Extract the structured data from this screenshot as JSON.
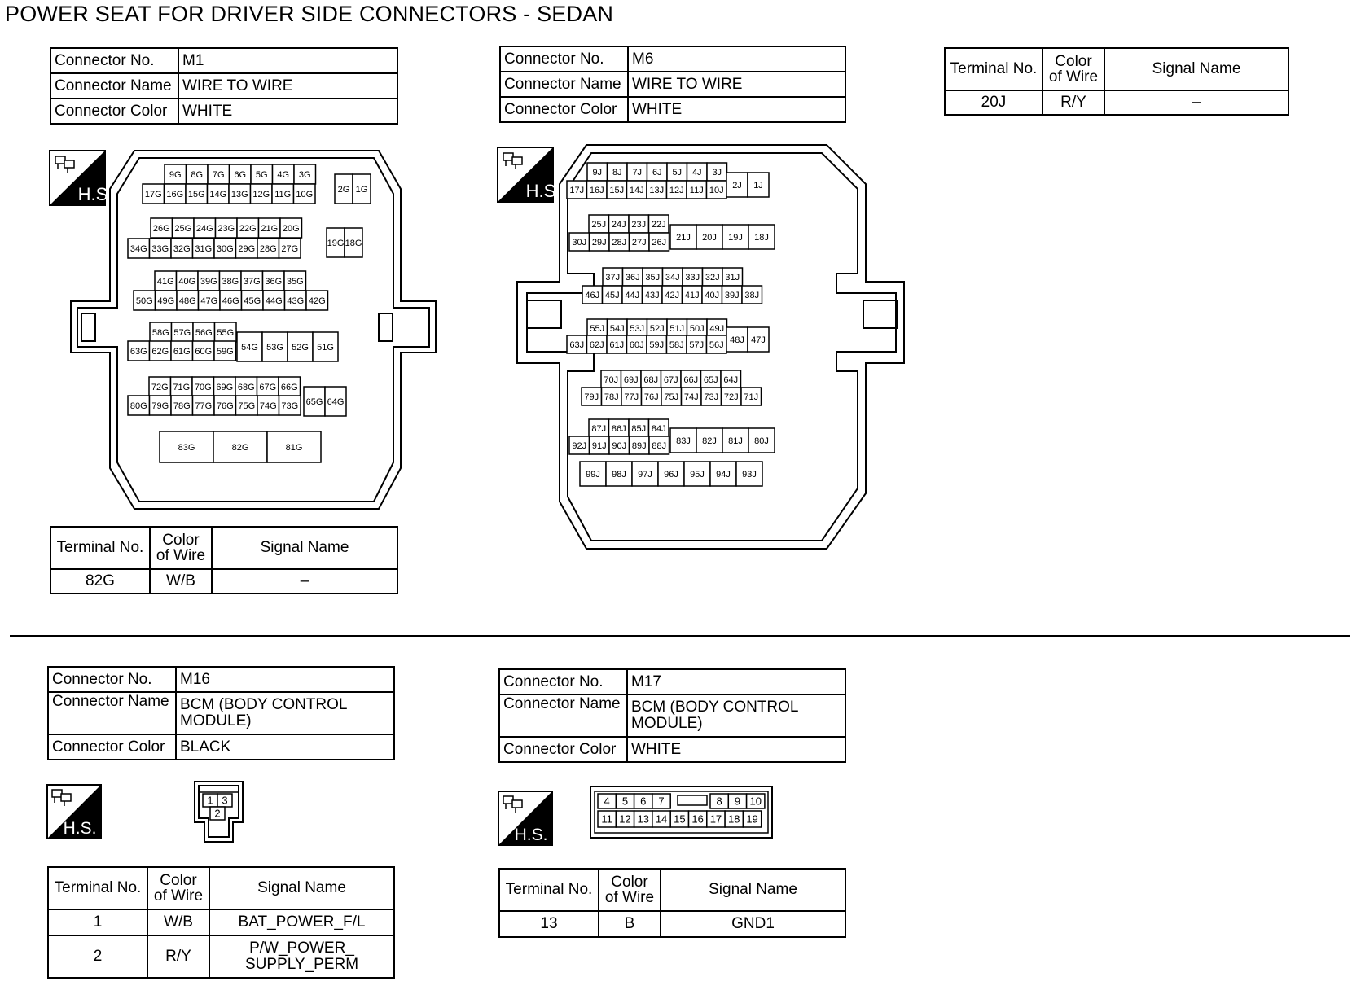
{
  "title": "POWER SEAT FOR DRIVER SIDE CONNECTORS - SEDAN",
  "labels": {
    "connector_no": "Connector No.",
    "connector_name": "Connector Name",
    "connector_color": "Connector Color",
    "terminal_no": "Terminal No.",
    "color_of_wire": "Color of Wire",
    "signal_name": "Signal Name",
    "hs": "H.S."
  },
  "connectors": {
    "m1": {
      "no": "M1",
      "name": "WIRE TO WIRE",
      "color": "WHITE",
      "terminals": [
        {
          "no": "82G",
          "wire": "W/B",
          "signal": "–"
        }
      ]
    },
    "m6": {
      "no": "M6",
      "name": "WIRE TO WIRE",
      "color": "WHITE",
      "terminals": [
        {
          "no": "20J",
          "wire": "R/Y",
          "signal": "–"
        }
      ]
    },
    "m16": {
      "no": "M16",
      "name": "BCM (BODY CONTROL MODULE)",
      "color": "BLACK",
      "terminals": [
        {
          "no": "1",
          "wire": "W/B",
          "signal": "BAT_POWER_F/L"
        },
        {
          "no": "2",
          "wire": "R/Y",
          "signal": "P/W_POWER_ SUPPLY_PERM"
        }
      ]
    },
    "m17": {
      "no": "M17",
      "name": "BCM (BODY CONTROL MODULE)",
      "color": "WHITE",
      "terminals": [
        {
          "no": "13",
          "wire": "B",
          "signal": "GND1"
        }
      ]
    }
  },
  "pinouts": {
    "m1": {
      "rows": [
        {
          "top": [
            "9G",
            "8G",
            "7G",
            "6G",
            "5G",
            "4G",
            "3G"
          ],
          "bottom": [
            "17G",
            "16G",
            "15G",
            "14G",
            "13G",
            "12G",
            "11G",
            "10G"
          ],
          "tall": [
            "2G",
            "1G"
          ]
        },
        {
          "top": [
            "26G",
            "25G",
            "24G",
            "23G",
            "22G",
            "21G",
            "20G"
          ],
          "bottom": [
            "34G",
            "33G",
            "32G",
            "31G",
            "30G",
            "29G",
            "28G",
            "27G"
          ],
          "tall": [
            "19G",
            "18G"
          ]
        },
        {
          "top": [
            "41G",
            "40G",
            "39G",
            "38G",
            "37G",
            "36G",
            "35G"
          ],
          "bottom": [
            "50G",
            "49G",
            "48G",
            "47G",
            "46G",
            "45G",
            "44G",
            "43G",
            "42G"
          ],
          "tall": []
        },
        {
          "top": [
            "58G",
            "57G",
            "56G",
            "55G"
          ],
          "bottom": [
            "63G",
            "62G",
            "61G",
            "60G",
            "59G"
          ],
          "tall": [
            "54G",
            "53G",
            "52G",
            "51G"
          ]
        },
        {
          "top": [
            "72G",
            "71G",
            "70G",
            "69G",
            "68G",
            "67G",
            "66G"
          ],
          "bottom": [
            "80G",
            "79G",
            "78G",
            "77G",
            "76G",
            "75G",
            "74G",
            "73G"
          ],
          "tall": [
            "65G",
            "64G"
          ]
        },
        {
          "top": [],
          "bottom": [],
          "tall": [
            "83G",
            "82G",
            "81G"
          ]
        }
      ]
    },
    "m6": {
      "rows": [
        {
          "top": [
            "9J",
            "8J",
            "7J",
            "6J",
            "5J",
            "4J",
            "3J"
          ],
          "bottom": [
            "17J",
            "16J",
            "15J",
            "14J",
            "13J",
            "12J",
            "11J",
            "10J"
          ],
          "tall": [
            "2J",
            "1J"
          ]
        },
        {
          "top": [
            "25J",
            "24J",
            "23J",
            "22J"
          ],
          "bottom": [
            "30J",
            "29J",
            "28J",
            "27J",
            "26J"
          ],
          "tall": [
            "21J",
            "20J",
            "19J",
            "18J"
          ]
        },
        {
          "top": [
            "37J",
            "36J",
            "35J",
            "34J",
            "33J",
            "32J",
            "31J"
          ],
          "bottom": [
            "46J",
            "45J",
            "44J",
            "43J",
            "42J",
            "41J",
            "40J",
            "39J",
            "38J"
          ],
          "tall": []
        },
        {
          "top": [
            "55J",
            "54J",
            "53J",
            "52J",
            "51J",
            "50J",
            "49J"
          ],
          "bottom": [
            "63J",
            "62J",
            "61J",
            "60J",
            "59J",
            "58J",
            "57J",
            "56J"
          ],
          "tall": [
            "48J",
            "47J"
          ]
        },
        {
          "top": [
            "70J",
            "69J",
            "68J",
            "67J",
            "66J",
            "65J",
            "64J"
          ],
          "bottom": [
            "79J",
            "78J",
            "77J",
            "76J",
            "75J",
            "74J",
            "73J",
            "72J",
            "71J"
          ],
          "tall": []
        },
        {
          "top": [
            "87J",
            "86J",
            "85J",
            "84J"
          ],
          "bottom": [
            "92J",
            "91J",
            "90J",
            "89J",
            "88J"
          ],
          "tall": [
            "83J",
            "82J",
            "81J",
            "80J"
          ]
        },
        {
          "top": [],
          "bottom": [],
          "tall": [
            "99J",
            "98J",
            "97J",
            "96J",
            "95J",
            "94J",
            "93J"
          ]
        }
      ]
    },
    "m16": {
      "top": [
        "1",
        "3"
      ],
      "bottom": [
        "2"
      ]
    },
    "m17": {
      "top": [
        "4",
        "5",
        "6",
        "7",
        "8",
        "9",
        "10"
      ],
      "bottom": [
        "11",
        "12",
        "13",
        "14",
        "15",
        "16",
        "17",
        "18",
        "19"
      ]
    }
  }
}
